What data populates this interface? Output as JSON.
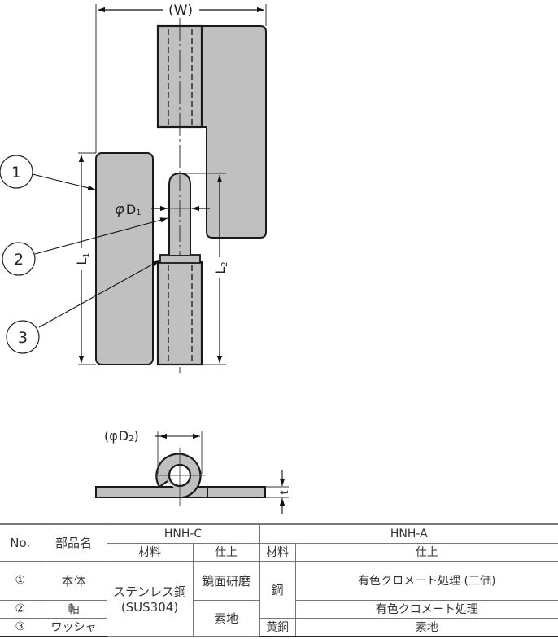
{
  "diagram": {
    "labels": {
      "width": "(W)",
      "d1_symbol": "φ",
      "d1_letter": "D",
      "d1_sub": "1",
      "d2_prefix": "(φ",
      "d2_letter": "D",
      "d2_sub": "2",
      "d2_suffix": ")",
      "l1_letter": "L",
      "l1_sub": "1",
      "l2_letter": "L",
      "l2_sub": "2",
      "thickness": "t"
    },
    "callouts": [
      {
        "number": "1",
        "part": "本体"
      },
      {
        "number": "2",
        "part": "軸"
      },
      {
        "number": "3",
        "part": "ワッシャ"
      }
    ],
    "colors": {
      "part_fill": "#c0c0c0",
      "outline": "#1a1a1a"
    }
  },
  "table": {
    "headers": {
      "no": "No.",
      "part_name": "部品名",
      "model_c": "HNH-C",
      "model_a": "HNH-A",
      "material_c": "材料",
      "finish_c": "仕上",
      "material_a": "材料",
      "finish_a": "仕上"
    },
    "rows": [
      {
        "no": "①",
        "name": "本体"
      },
      {
        "no": "②",
        "name": "軸"
      },
      {
        "no": "③",
        "name": "ワッシャ"
      }
    ],
    "hnh_c": {
      "material_line1": "ステンレス鋼",
      "material_line2": "(SUS304)",
      "finish_body": "鏡面研磨",
      "finish_other": "素地"
    },
    "hnh_a": {
      "material_steel": "鋼",
      "material_brass": "黄銅",
      "finish_body": "有色クロメート処理 (三価)",
      "finish_shaft": "有色クロメート処理",
      "finish_washer": "素地"
    }
  }
}
